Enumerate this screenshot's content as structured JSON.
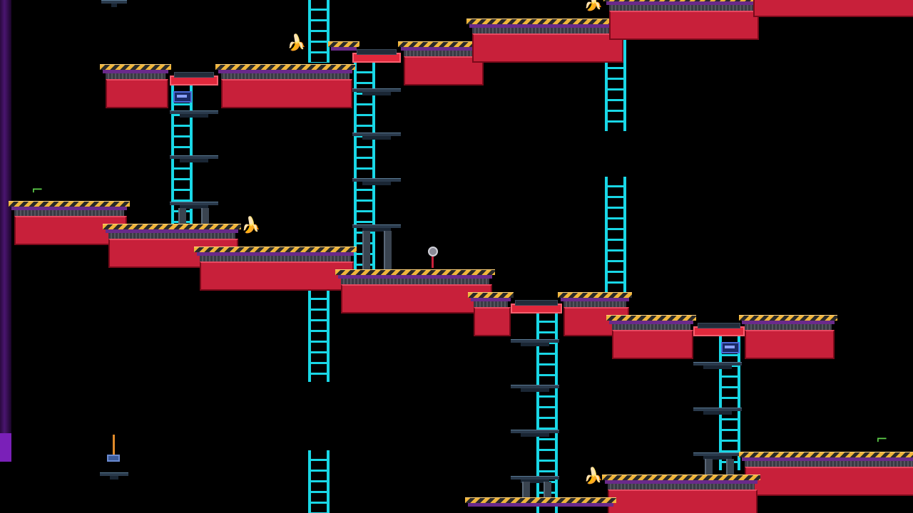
{
  "scene": {
    "background_color": "#000000",
    "accent_colors": {
      "ladder": "#19d7e6",
      "platform_red": "#c8203a",
      "hazard_yellow": "#f0b53a",
      "platform_purple": "#6a2a8a"
    }
  },
  "items": {
    "bananas": 4,
    "ray_guns": 2,
    "switches": 2,
    "plungers": 1,
    "lever_knobs": 1
  },
  "icons": {
    "banana": "banana-icon",
    "gun": "ray-gun-icon",
    "switch": "switch-box-icon",
    "knob": "lever-knob-icon",
    "plunger": "plunger-icon",
    "ladder": "ladder-icon"
  }
}
